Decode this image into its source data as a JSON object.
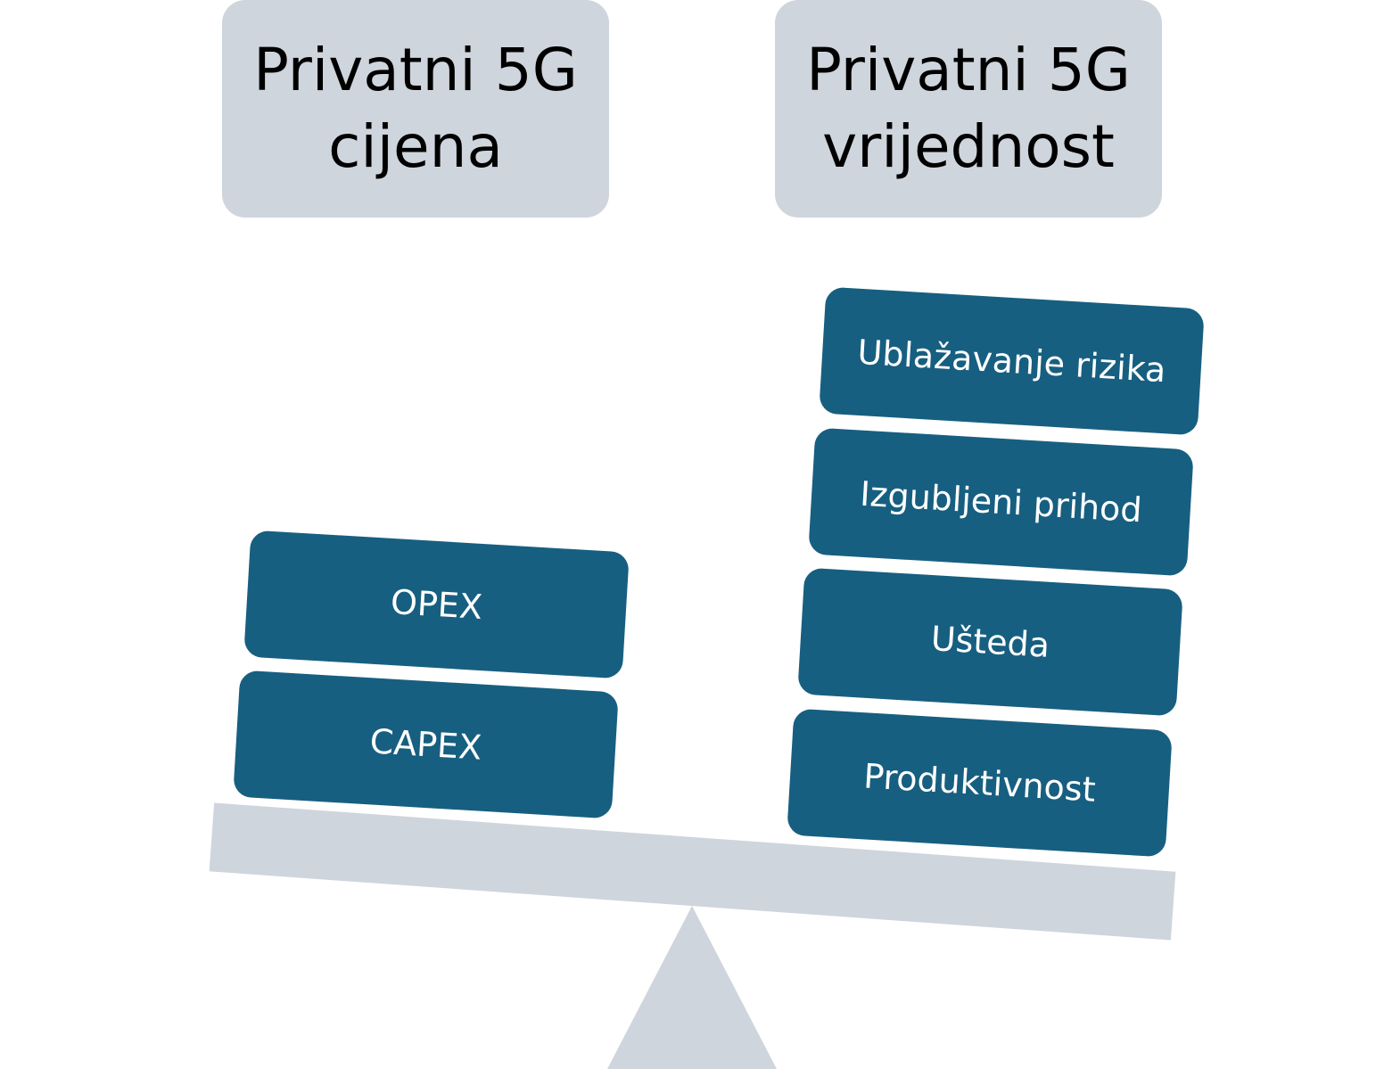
{
  "headers": {
    "left": "Privatni 5G\ncijena",
    "right": "Privatni 5G\nvrijednost"
  },
  "cost_blocks": [
    {
      "label": "OPEX"
    },
    {
      "label": "CAPEX"
    }
  ],
  "value_blocks": [
    {
      "label": "Ublažavanje rizika"
    },
    {
      "label": "Izgubljeni prihod"
    },
    {
      "label": "Ušteda"
    },
    {
      "label": "Produktivnost"
    }
  ],
  "colors": {
    "header_fill": "#cfd5dc",
    "block_fill": "#175f80",
    "block_text": "#ffffff",
    "scale_fill": "#cfd5dc"
  }
}
